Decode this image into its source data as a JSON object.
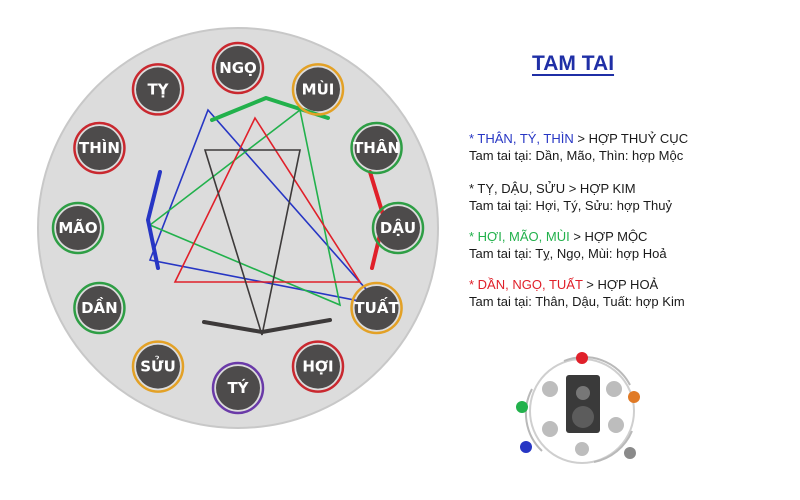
{
  "title": "TAM TAI",
  "colors": {
    "blue": "#2736c4",
    "green": "#22b14c",
    "red": "#e0202a",
    "dark": "#3d3a3a",
    "wheel_fill": "#dcdcdc",
    "zodiac_fill": "#4d4b4b",
    "ring_red": "#c9282f",
    "ring_orange": "#e3a126",
    "ring_green": "#2e9e45",
    "ring_purple": "#6a3aa8"
  },
  "zodiac": [
    {
      "name": "NGỌ",
      "ring": "red"
    },
    {
      "name": "MÙI",
      "ring": "orange"
    },
    {
      "name": "THÂN",
      "ring": "green"
    },
    {
      "name": "DẬU",
      "ring": "green"
    },
    {
      "name": "TUẤT",
      "ring": "orange"
    },
    {
      "name": "HỢI",
      "ring": "red"
    },
    {
      "name": "TÝ",
      "ring": "purple"
    },
    {
      "name": "SỬU",
      "ring": "orange"
    },
    {
      "name": "DẦN",
      "ring": "green"
    },
    {
      "name": "MÃO",
      "ring": "green"
    },
    {
      "name": "THÌN",
      "ring": "red"
    },
    {
      "name": "TỴ",
      "ring": "red"
    }
  ],
  "groups": [
    {
      "highlight": "* THÂN, TÝ, THÌN",
      "result": " > HỢP THUỶ CỤC",
      "detail": "Tam tai tại: Dần, Mão, Thìn: hợp Mộc",
      "color": "#2736c4"
    },
    {
      "highlight": "* TỴ, DẬU, SỬU",
      "result": " > HỢP KIM",
      "detail": "Tam tai tại: Hợi, Tý, Sửu: hợp Thuỷ",
      "color": "#1a1a1a"
    },
    {
      "highlight": "* HỢI, MÃO, MÙI",
      "result": " > HỢP MỘC",
      "detail": "Tam tai tại: Tỵ, Ngọ, Mùi: hợp Hoả",
      "color": "#22b14c"
    },
    {
      "highlight": "* DẦN, NGỌ, TUẤT",
      "result": " > HỢP HOẢ",
      "detail": "Tam tai tại: Thân, Dậu, Tuất: hợp Kim",
      "color": "#e0202a"
    }
  ],
  "thumbnail": {
    "node_colors": [
      "#e0202a",
      "#e07a26",
      "#2736c4",
      "#22b14c",
      "#8a8a8a"
    ]
  }
}
